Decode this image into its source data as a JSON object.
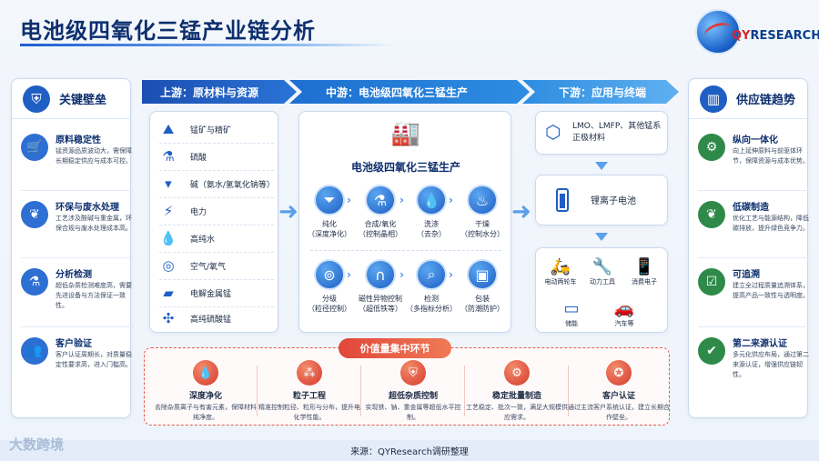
{
  "title": "电池级四氧化三锰产业链分析",
  "logo": {
    "brand_q": "QY",
    "brand_rest": "RESEARCH"
  },
  "left_panel": {
    "heading": "关键壁垒",
    "items": [
      {
        "title": "原料稳定性",
        "desc": "锰资源品质波动大，需保障长期稳定供应与成本可控。",
        "icon": "cart-icon"
      },
      {
        "title": "环保与废水处理",
        "desc": "工艺涉及酸碱与重金属，环保合规与废水处理成本高。",
        "icon": "leaf-icon"
      },
      {
        "title": "分析检测",
        "desc": "超低杂质检测难度高，需要先进设备与方法保证一致性。",
        "icon": "microscope-icon"
      },
      {
        "title": "客户验证",
        "desc": "客户认证周期长，对质量稳定性要求高，进入门槛高。",
        "icon": "users-icon"
      }
    ]
  },
  "right_panel": {
    "heading": "供应链趋势",
    "items": [
      {
        "title": "纵向一体化",
        "desc": "向上延伸原料与前驱体环节，保障资源与成本优势。"
      },
      {
        "title": "低碳制造",
        "desc": "优化工艺与能源结构，降低碳排放，提升绿色竞争力。"
      },
      {
        "title": "可追溯",
        "desc": "建立全过程质量追溯体系，提高产品一致性与透明度。"
      },
      {
        "title": "第二来源认证",
        "desc": "多元化供应布局，通过第二来源认证，增强供应链韧性。"
      }
    ]
  },
  "stages": {
    "upstream": "上游：原材料与资源",
    "midstream": "中游：电池级四氧化三锰生产",
    "downstream": "下游：应用与终端"
  },
  "upstream_items": [
    {
      "label": "锰矿与精矿",
      "icon": "ore-icon"
    },
    {
      "label": "硫酸",
      "icon": "flask-icon"
    },
    {
      "label": "碱（氨水/氢氧化钠等）",
      "icon": "beaker-icon"
    },
    {
      "label": "电力",
      "icon": "lightning-icon"
    },
    {
      "label": "高纯水",
      "icon": "water-drop-icon"
    },
    {
      "label": "空气/氧气",
      "icon": "oxygen-icon"
    },
    {
      "label": "电解金属锰",
      "icon": "ingot-icon"
    },
    {
      "label": "高纯硫酸锰",
      "icon": "molecule-icon"
    }
  ],
  "midstream": {
    "title": "电池级四氧化三锰生产",
    "row1": [
      {
        "label": "纯化",
        "sub": "（深度净化）"
      },
      {
        "label": "合成/氧化",
        "sub": "（控制晶相）"
      },
      {
        "label": "洗涤",
        "sub": "（去杂）"
      },
      {
        "label": "干燥",
        "sub": "（控制水分）"
      }
    ],
    "row2": [
      {
        "label": "分级",
        "sub": "（粒径控制）"
      },
      {
        "label": "磁性异物控制",
        "sub": "（超低铁等）"
      },
      {
        "label": "检测",
        "sub": "（多指标分析）"
      },
      {
        "label": "包装",
        "sub": "（防潮防护）"
      }
    ]
  },
  "downstream": {
    "cathode": "LMO、LMFP、其他锰系正极材料",
    "battery": "锂离子电池",
    "apps": [
      "电动两轮车",
      "动力工具",
      "消费电子",
      "储能",
      "汽车等"
    ]
  },
  "value": {
    "heading": "价值量集中环节",
    "items": [
      {
        "title": "深度净化",
        "desc": "去除杂质离子与有害元素，保障材料纯净度。"
      },
      {
        "title": "粒子工程",
        "desc": "精准控制粒径、粒形与分布，提升电化学性能。"
      },
      {
        "title": "超低杂质控制",
        "desc": "实现铁、钠、重金属等超低水平控制。"
      },
      {
        "title": "稳定批量制造",
        "desc": "工艺稳定、批次一致，满足大规模供应需求。"
      },
      {
        "title": "客户认证",
        "desc": "通过主流客户系统认证，建立长期合作壁垒。"
      }
    ]
  },
  "source": "来源：QYResearch调研整理",
  "watermark": "大数跨境"
}
